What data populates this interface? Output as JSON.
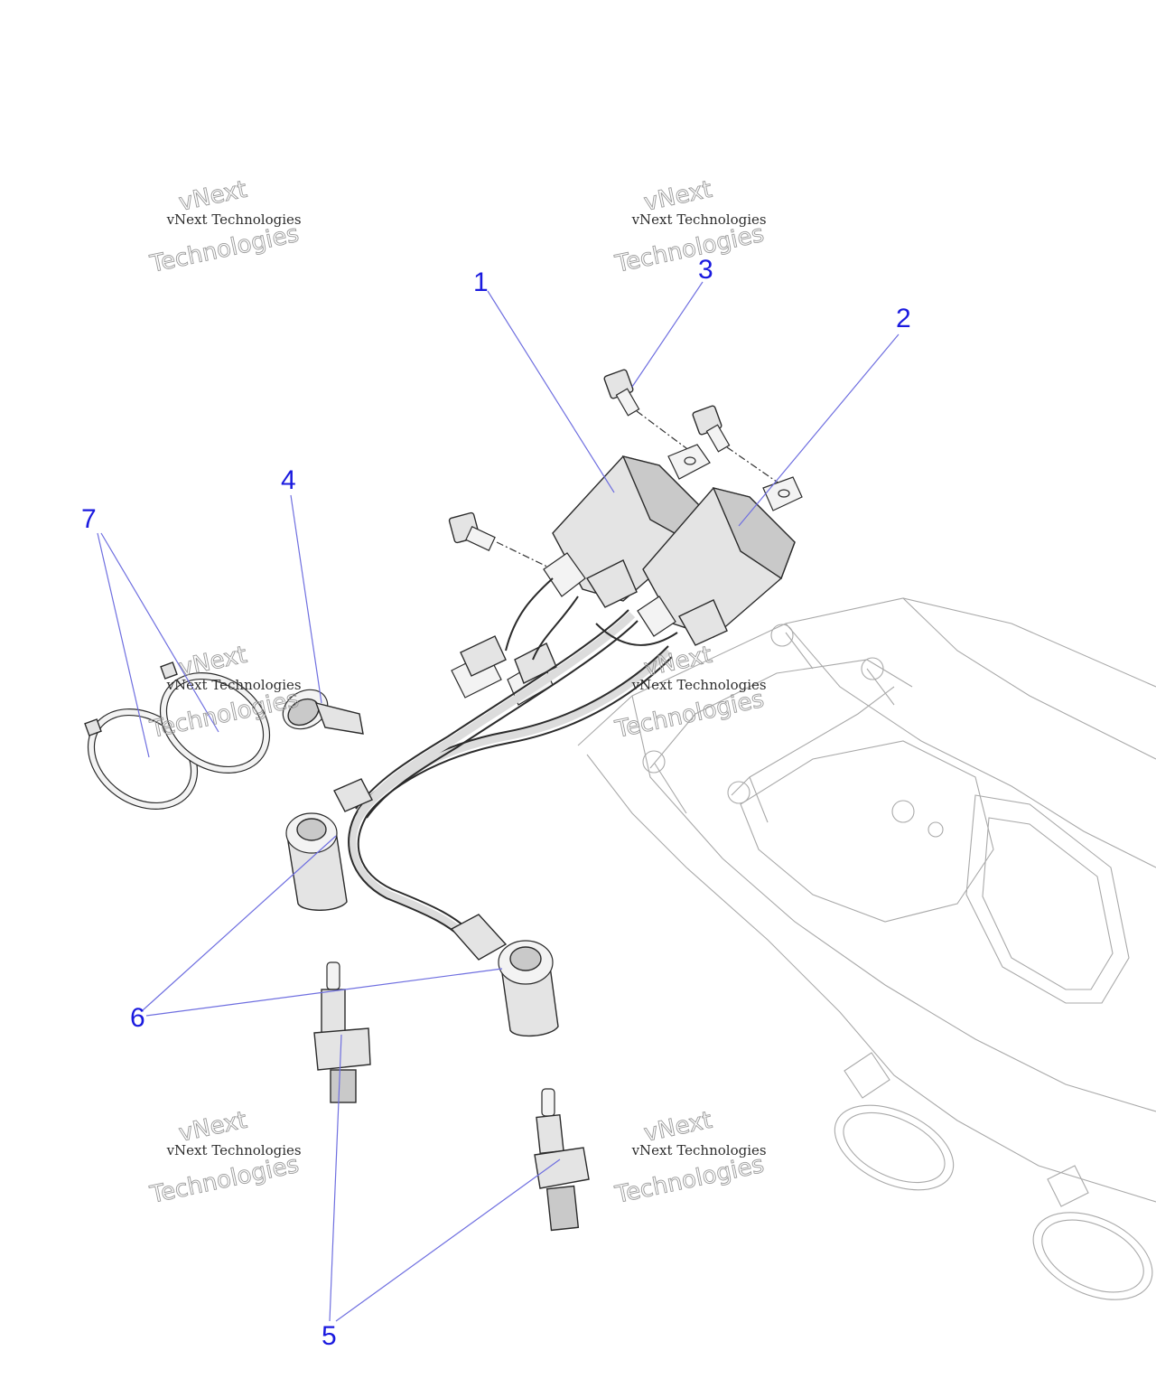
{
  "callouts": {
    "c1": "1",
    "c2": "2",
    "c3": "3",
    "c4": "4",
    "c5": "5",
    "c6": "6",
    "c7": "7"
  },
  "watermark": {
    "small": "vNext Technologies",
    "large_top": "vNext",
    "large_bottom": "Technologies"
  },
  "colors": {
    "callout": "#1a1adf",
    "leader": "#6f6fe0",
    "part_fill": "#e4e4e4",
    "outline": "#2b2b2b",
    "ghost_outline": "#a9a9a9"
  }
}
